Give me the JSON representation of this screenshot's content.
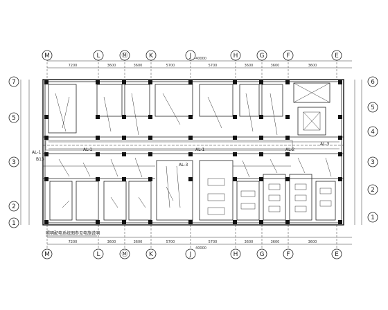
{
  "axes_top": [
    "M",
    "L",
    "Ⓜ",
    "K",
    "J",
    "H",
    "G",
    "F",
    "E"
  ],
  "axes_bottom": [
    "M",
    "L",
    "Ⓜ",
    "K",
    "J",
    "H",
    "G",
    "F",
    "E"
  ],
  "axes_left": [
    "7",
    "5",
    "3",
    "2",
    "1"
  ],
  "axes_right": [
    "6",
    "5",
    "4",
    "3",
    "2",
    "1"
  ],
  "dims_top": [
    "7200",
    "3600",
    "3600",
    "5700",
    "5700",
    "3600",
    "3600",
    "3600"
  ],
  "dims_top_total": "40000",
  "dims_bottom": [
    "7200",
    "3600",
    "3600",
    "5700",
    "5700",
    "3600",
    "3600",
    "3600"
  ],
  "dims_bottom_total": "40000",
  "panel_labels": [
    "AL-1",
    "B13",
    "AL-1",
    "AL-3",
    "AL-1",
    "AL-2",
    "AL-3"
  ],
  "note": "照明配电系统图参见电施说明"
}
